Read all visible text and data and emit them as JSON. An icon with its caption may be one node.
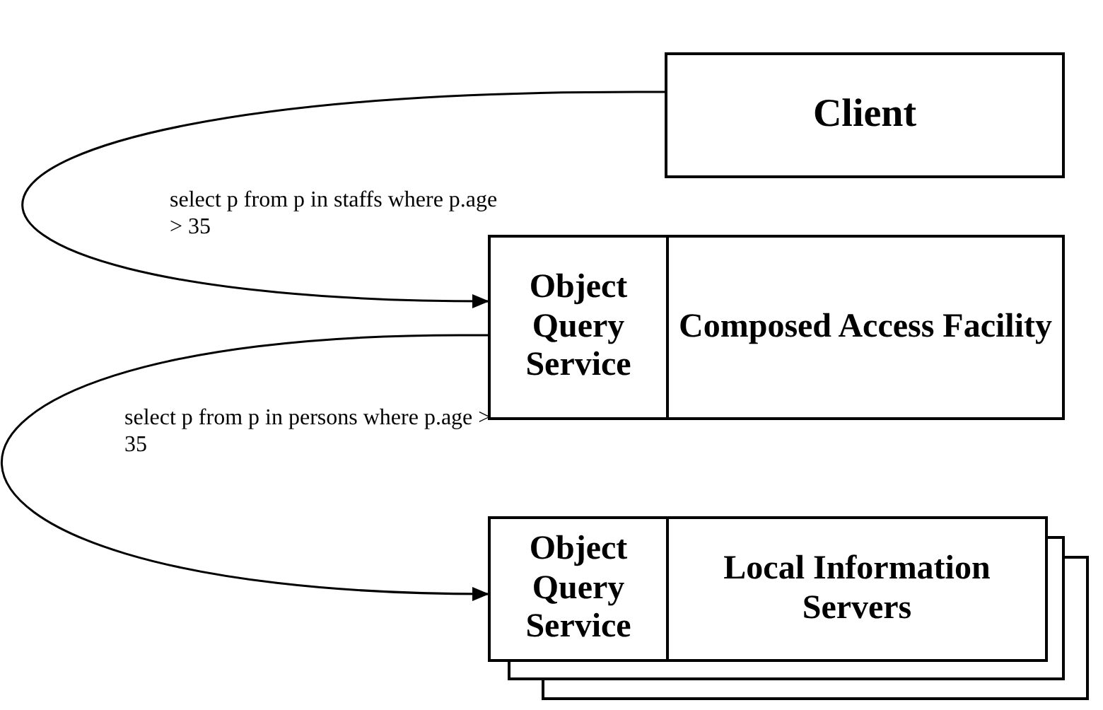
{
  "diagram": {
    "nodes": [
      {
        "text": [
          "Client"
        ]
      },
      {
        "text": [
          "Object Query Service"
        ]
      },
      {
        "text": [
          "Composed Access Facility"
        ]
      },
      {
        "text": [
          "Object Query Service"
        ]
      },
      {
        "text": [
          "Local Information Servers"
        ]
      }
    ],
    "edges": [
      {
        "from": 0,
        "to": 1,
        "arrow": "to",
        "label": "select p from p in staffs where p.age > 35"
      },
      {
        "from": 1,
        "to": 3,
        "arrow": "to",
        "label": "select p from p in persons where p.age > 35"
      }
    ]
  }
}
